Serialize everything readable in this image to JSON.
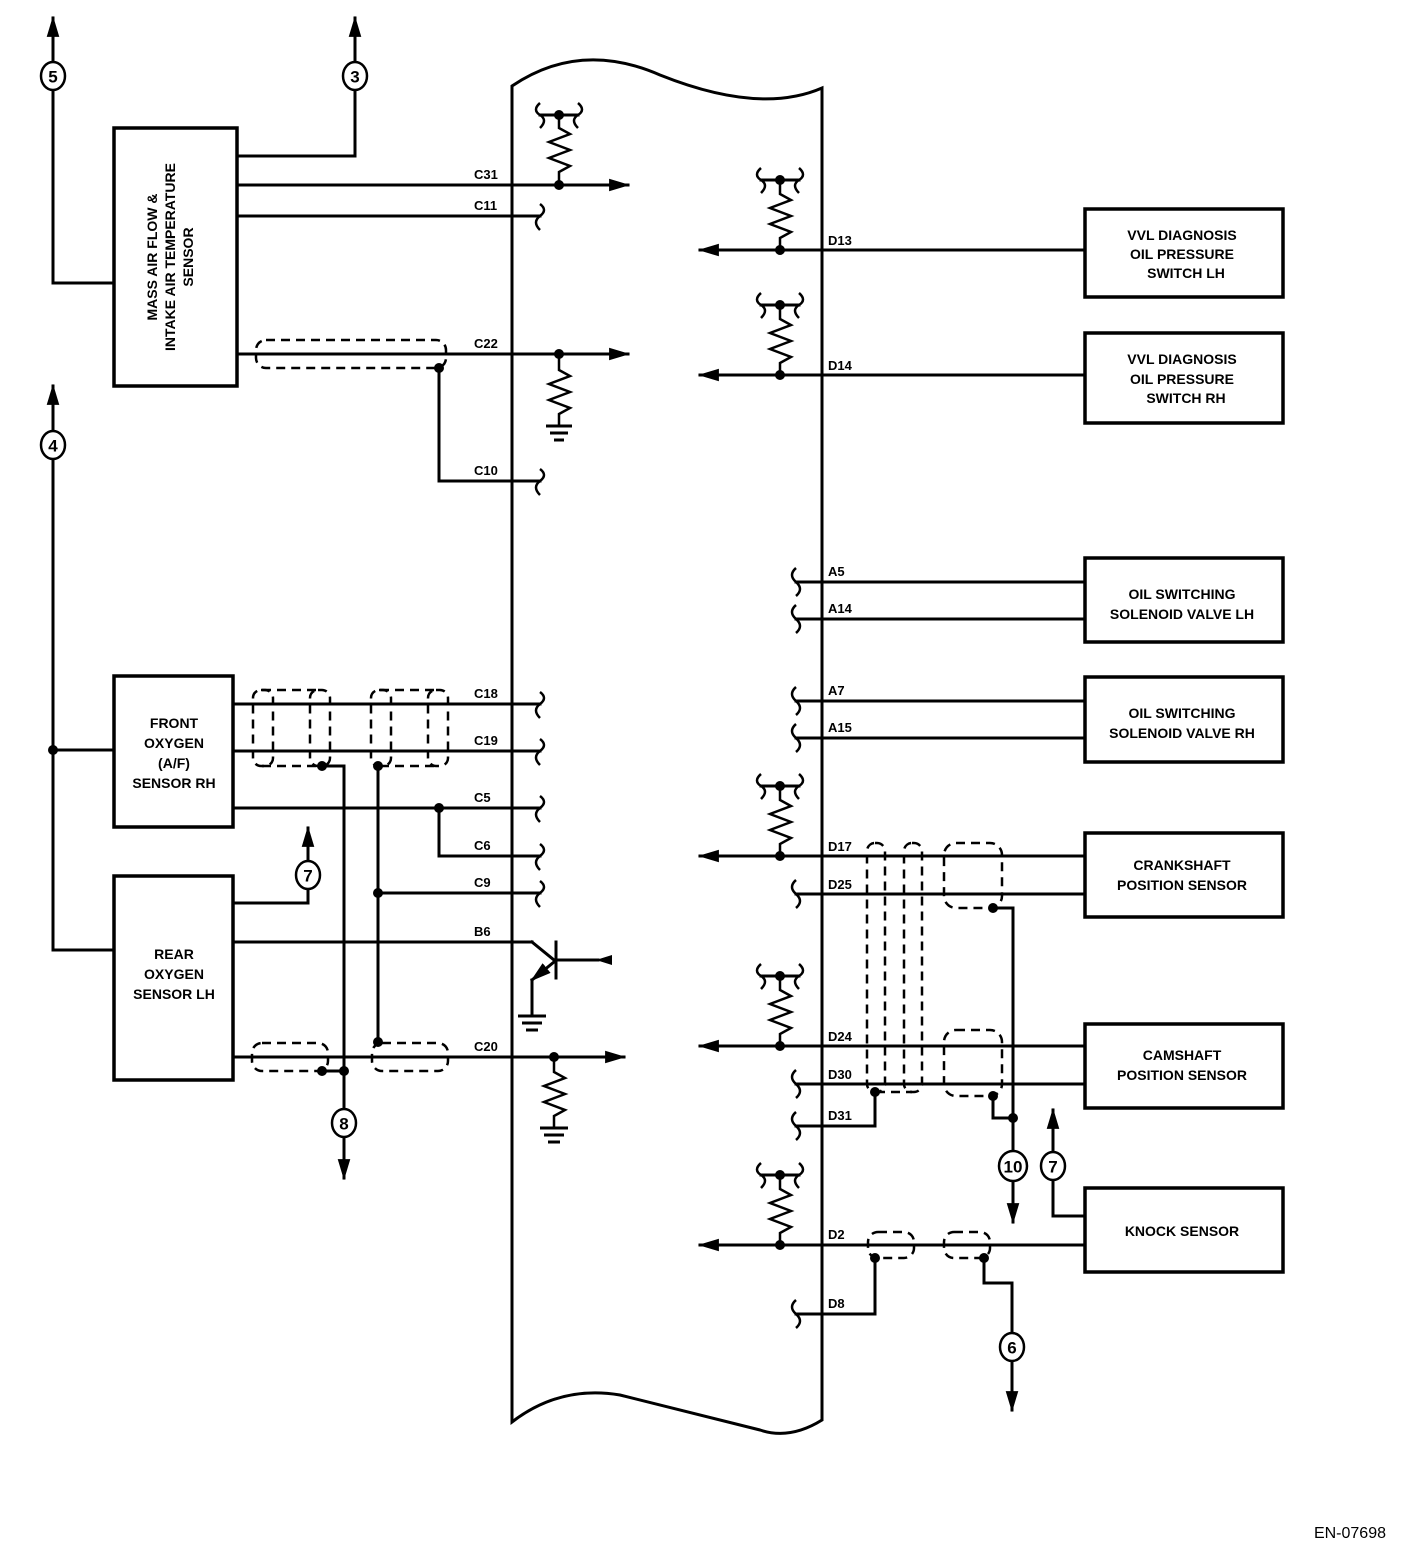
{
  "reference_code": "EN-07698",
  "components": {
    "maf_sensor": {
      "lines": [
        "MASS AIR FLOW &",
        "INTAKE AIR TEMPERATURE",
        "SENSOR"
      ]
    },
    "front_o2_sensor": {
      "lines": [
        "FRONT",
        "OXYGEN",
        "(A/F)",
        "SENSOR RH"
      ]
    },
    "rear_o2_sensor": {
      "lines": [
        "REAR",
        "OXYGEN",
        "SENSOR LH"
      ]
    },
    "vvl_lh": {
      "lines": [
        "VVL DIAGNOSIS",
        "OIL PRESSURE",
        "SWITCH LH"
      ]
    },
    "vvl_rh": {
      "lines": [
        "VVL DIAGNOSIS",
        "OIL PRESSURE",
        "SWITCH RH"
      ]
    },
    "oil_sw_lh": {
      "lines": [
        "OIL SWITCHING",
        "SOLENOID VALVE LH"
      ]
    },
    "oil_sw_rh": {
      "lines": [
        "OIL SWITCHING",
        "SOLENOID VALVE RH"
      ]
    },
    "crankshaft": {
      "lines": [
        "CRANKSHAFT",
        "POSITION SENSOR"
      ]
    },
    "camshaft": {
      "lines": [
        "CAMSHAFT",
        "POSITION SENSOR"
      ]
    },
    "knock": {
      "lines": [
        "KNOCK SENSOR"
      ]
    }
  },
  "pins_left": {
    "c31": "C31",
    "c11": "C11",
    "c22": "C22",
    "c10": "C10",
    "c18": "C18",
    "c19": "C19",
    "c5": "C5",
    "c6": "C6",
    "c9": "C9",
    "b6": "B6",
    "c20": "C20"
  },
  "pins_right": {
    "d13": "D13",
    "d14": "D14",
    "a5": "A5",
    "a14": "A14",
    "a7": "A7",
    "a15": "A15",
    "d17": "D17",
    "d25": "D25",
    "d24": "D24",
    "d30": "D30",
    "d31": "D31",
    "d2": "D2",
    "d8": "D8"
  },
  "connectors": {
    "c5_top": "5",
    "c3_top": "3",
    "c4_left": "4",
    "c7_rear": "7",
    "c8_bottom": "8",
    "c10_right": "10",
    "c7_knock": "7",
    "c6_bottom": "6"
  }
}
